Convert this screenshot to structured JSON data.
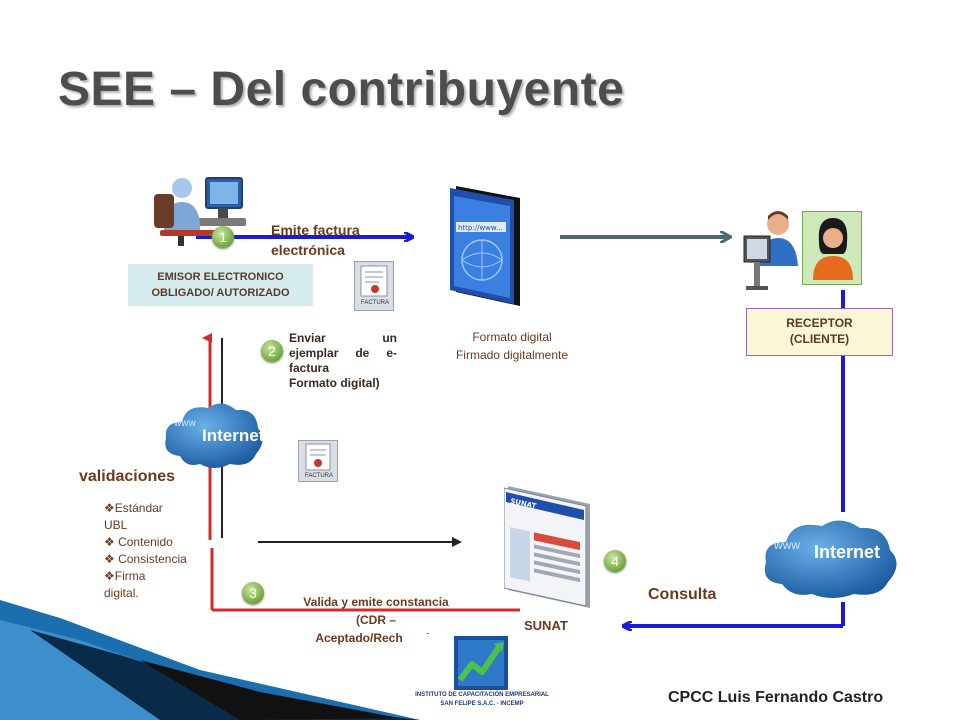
{
  "title": "SEE – Del contribuyente",
  "emisor": {
    "label": "EMISOR ELECTRONICO OBLIGADO/ AUTORIZADO",
    "action": "Emite factura electrónica",
    "step": "1"
  },
  "envio": {
    "step": "2",
    "line1": "Enviar un",
    "line2": "ejemplar de e-",
    "line3": "factura",
    "line4": "Formato digital)"
  },
  "formato": {
    "line1": "Formato digital",
    "line2": "Firmado digitalmente"
  },
  "receptor": {
    "line1": "RECEPTOR",
    "line2": "(CLIENTE)"
  },
  "internet": {
    "label_text": "Internet",
    "www": "www"
  },
  "doc_label": "FACTURA",
  "browser_text": "http://www...",
  "validaciones": {
    "title": "validaciones",
    "items": [
      "Estándar UBL",
      "Contenido",
      "Consistencia",
      "Firma digital."
    ]
  },
  "valida": {
    "step": "3",
    "line1": "Valida y emite constancia",
    "line2": "(CDR –",
    "line3": "Aceptado/Rechazado"
  },
  "sunat": {
    "label": "SUNAT",
    "step": "4",
    "screen_text": "SUNAT"
  },
  "consulta": "Consulta",
  "logo": {
    "line1": "INSTITUTO DE CAPACITACIÓN EMPRESARIAL",
    "line2": "SAN FELIPE S.A.C. - INCEMP"
  },
  "author": "CPCC Luis Fernando Castro",
  "colors": {
    "title": "#4d4d4d",
    "label_text": "#6b3a1e",
    "blue_arrow": "#1a1adb",
    "red_line": "#d42a2a",
    "box_teal": "#d6ecef",
    "box_receptor": "#fbf7d6",
    "badge_green": "#6fa63a"
  }
}
